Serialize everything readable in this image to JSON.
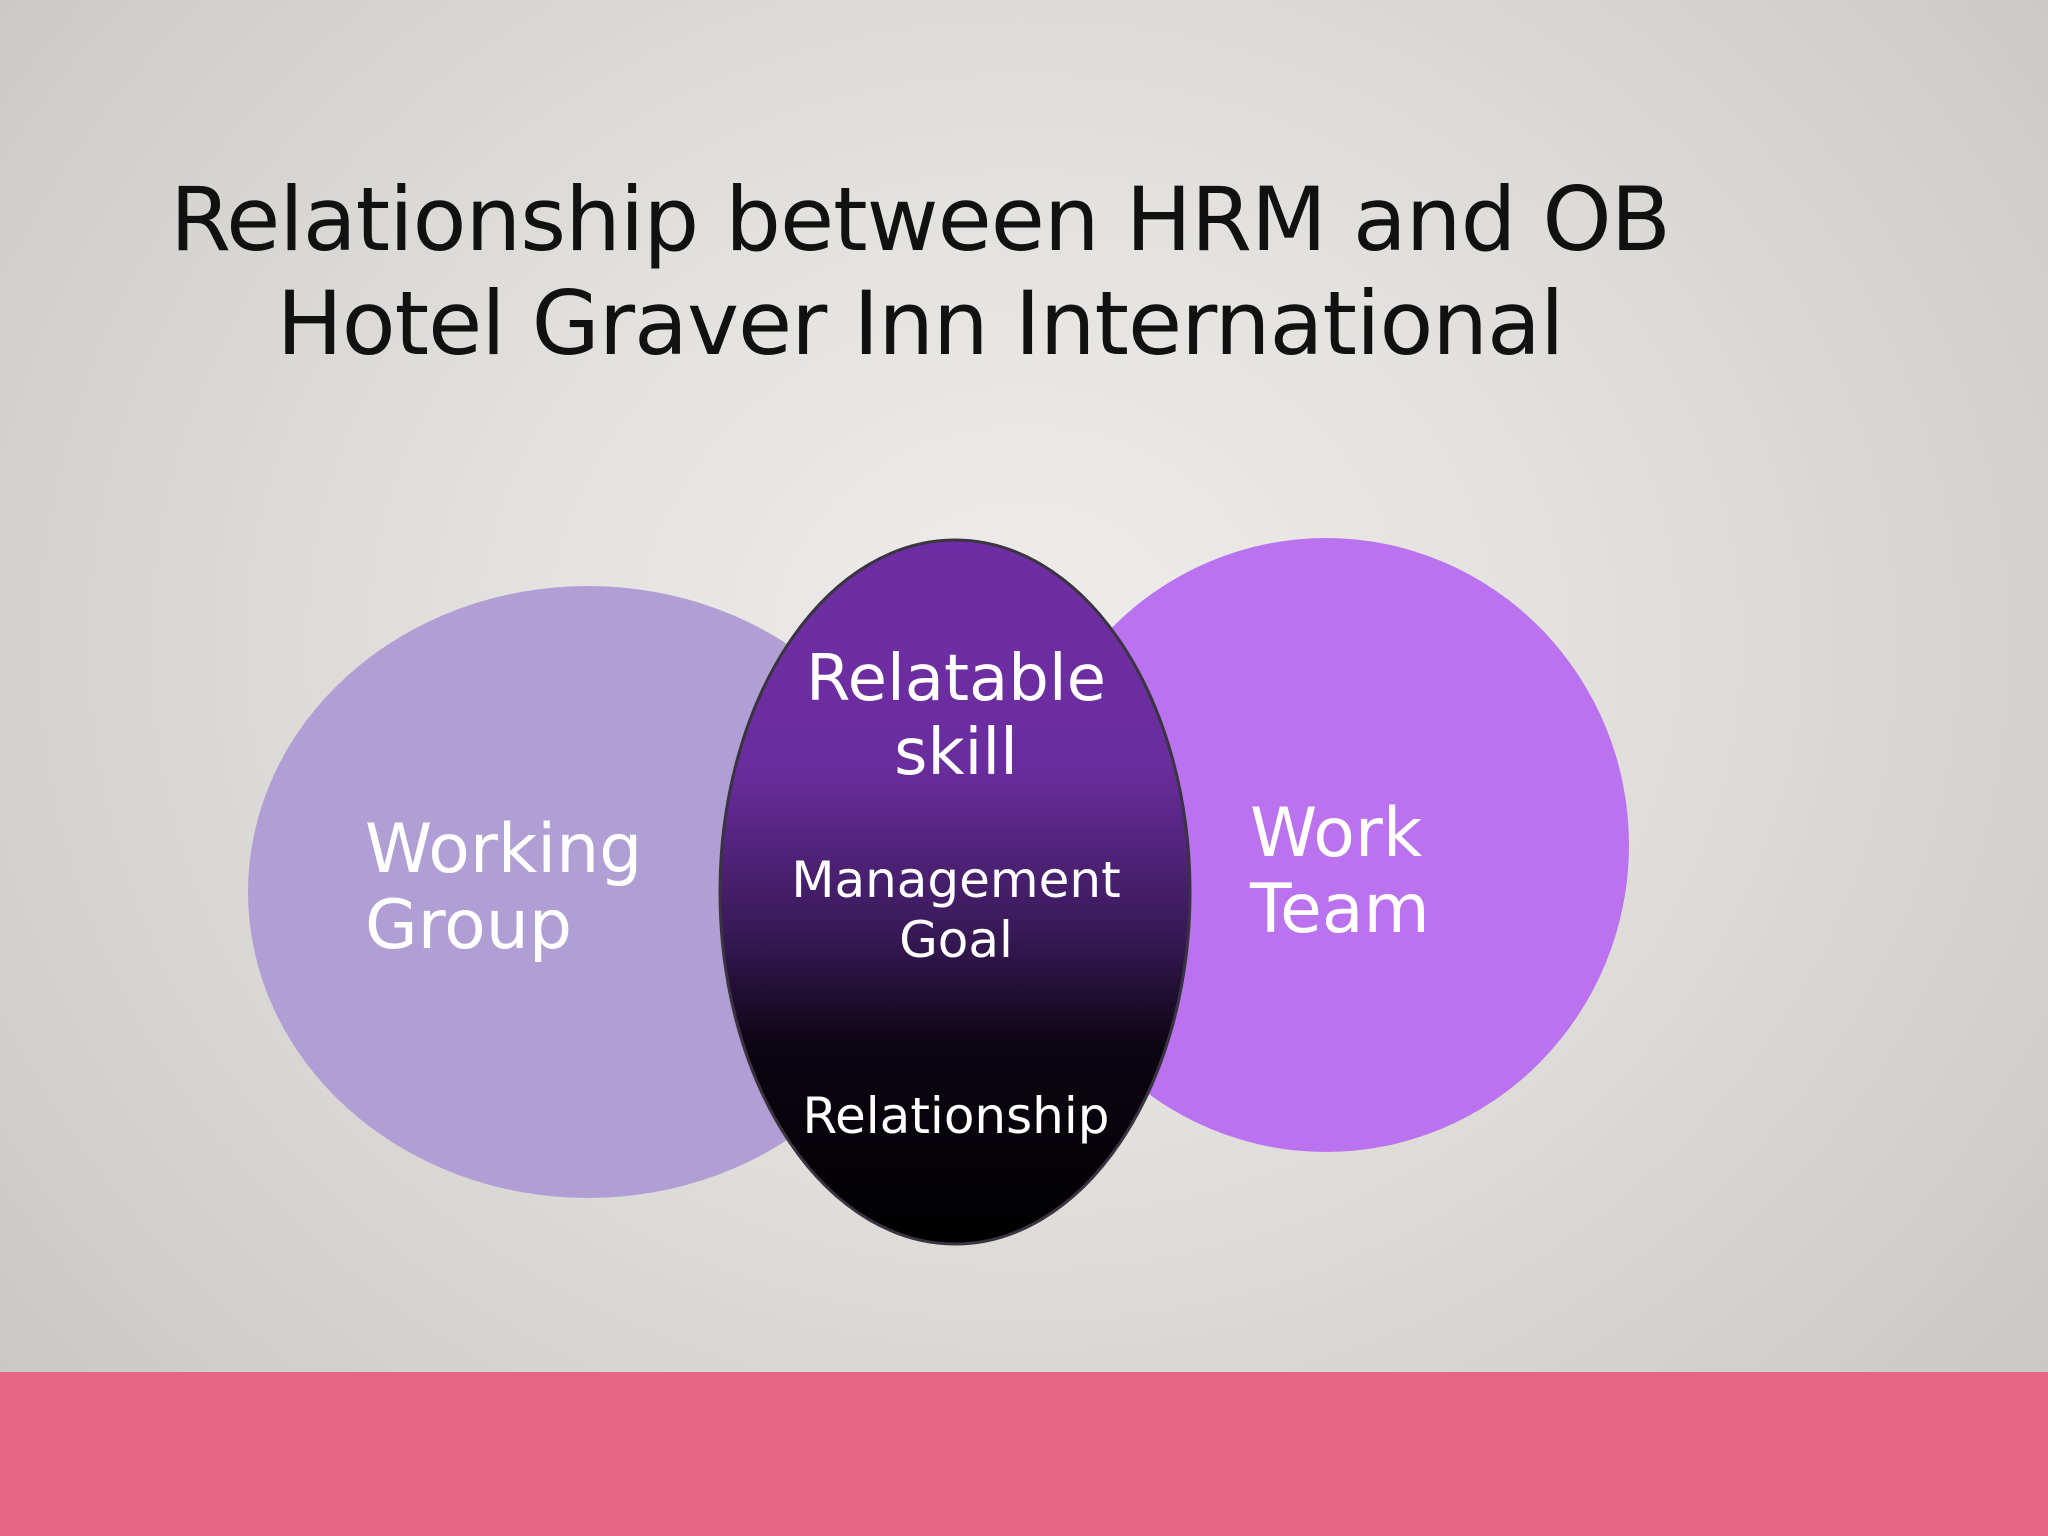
{
  "slide": {
    "title_line1": "Relationship between HRM and OB",
    "title_line2": "Hotel Graver Inn International"
  },
  "diagram": {
    "left_circle": {
      "line1": "Working",
      "line2": "Group",
      "color": "#b09fd4"
    },
    "right_circle": {
      "line1": "Work",
      "line2": "Team",
      "color": "#ba72ef"
    },
    "center_oval": {
      "top_line1": "Relatable",
      "top_line2": "skill",
      "middle_line1": "Management",
      "middle_line2": "Goal",
      "bottom": "Relationship",
      "gradient_top_color": "#6e2ea3",
      "gradient_bottom_color": "#000000"
    }
  },
  "colors": {
    "footer_band": "#e66585",
    "title_text": "#111111"
  }
}
